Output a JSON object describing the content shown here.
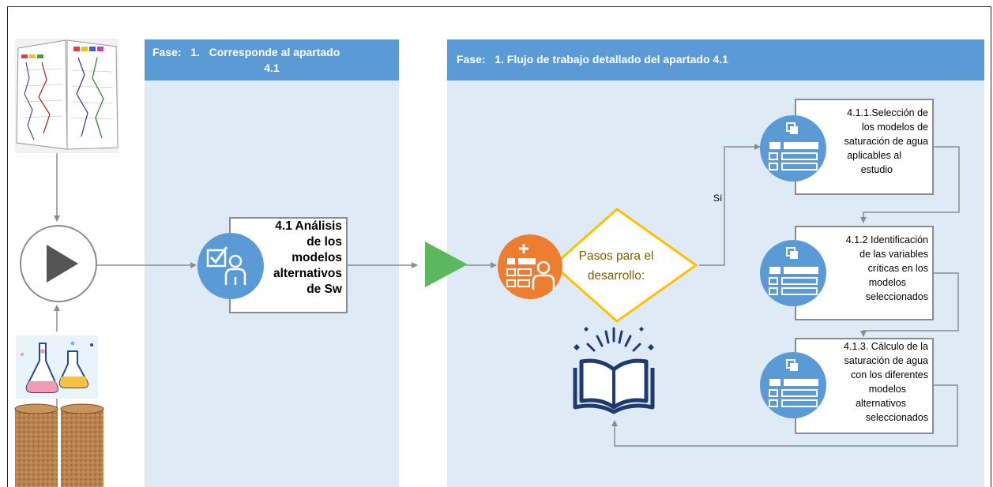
{
  "lanes": [
    {
      "header_lines": [
        "Fase:   1.   Corresponde al apartado",
        "4.1"
      ]
    },
    {
      "header_lines": [
        "Fase:   1. Flujo de trabajo detallado del apartado 4.1"
      ]
    }
  ],
  "tasks": {
    "main": {
      "lines": [
        "4.1 Análisis",
        "de los",
        "modelos",
        "alternativos",
        "de Sw"
      ]
    },
    "step1": {
      "lines": [
        "4.1.1.Selección de",
        "los modelos de",
        "saturación de agua",
        "aplicables al",
        "estudio"
      ]
    },
    "step2": {
      "lines": [
        "4.1.2 Identificación",
        "de las variables",
        "críticas en los",
        "modelos",
        "seleccionados"
      ]
    },
    "step3": {
      "lines": [
        "4.1.3. Cálculo de la",
        "saturación de agua",
        "con los diferentes",
        "modelos",
        "alternativos",
        "seleccionados"
      ]
    }
  },
  "decision": {
    "lines": [
      "Pasos para el",
      "desarrollo:"
    ]
  },
  "edge_labels": {
    "yes": "Sí"
  },
  "icons": [
    "log-book-image",
    "play-icon",
    "lab-flasks-image",
    "rock-core-image",
    "checklist-person-icon",
    "add-list-person-icon",
    "list-icon",
    "open-book-icon",
    "play-triangle-icon"
  ],
  "colors": {
    "lane_bg": "#deebf7",
    "lane_header": "#5b9bd5",
    "task_circle": "#5b9bd5",
    "decision_circle": "#ed7d31",
    "decision_border": "#ffc000",
    "start_triangle": "#5cb85c",
    "book": "#1f3a6e"
  }
}
